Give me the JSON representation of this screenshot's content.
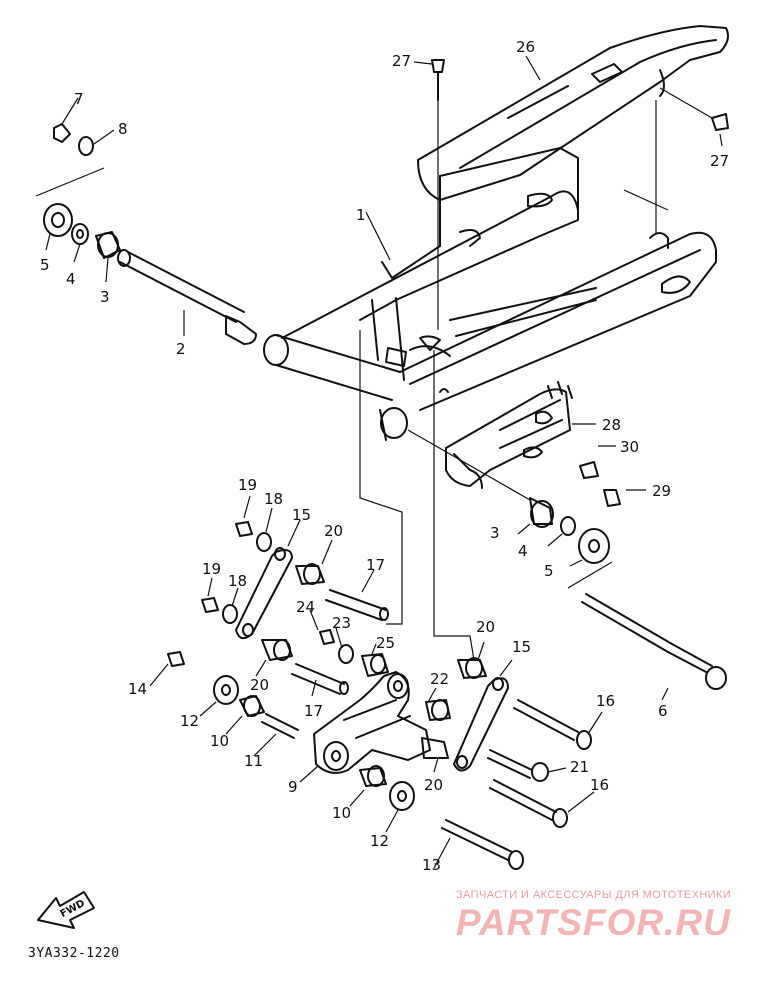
{
  "diagram": {
    "code": "3YA332-1220",
    "fwd_label": "FWD",
    "callouts": [
      {
        "id": "c27a",
        "text": "27"
      },
      {
        "id": "c26",
        "text": "26"
      },
      {
        "id": "c27b",
        "text": "27"
      },
      {
        "id": "c7",
        "text": "7"
      },
      {
        "id": "c8",
        "text": "8"
      },
      {
        "id": "c1",
        "text": "1"
      },
      {
        "id": "c5a",
        "text": "5"
      },
      {
        "id": "c4a",
        "text": "4"
      },
      {
        "id": "c3a",
        "text": "3"
      },
      {
        "id": "c2",
        "text": "2"
      },
      {
        "id": "c28",
        "text": "28"
      },
      {
        "id": "c30",
        "text": "30"
      },
      {
        "id": "c29",
        "text": "29"
      },
      {
        "id": "c19a",
        "text": "19"
      },
      {
        "id": "c18a",
        "text": "18"
      },
      {
        "id": "c15a",
        "text": "15"
      },
      {
        "id": "c20a",
        "text": "20"
      },
      {
        "id": "c3b",
        "text": "3"
      },
      {
        "id": "c4b",
        "text": "4"
      },
      {
        "id": "c5b",
        "text": "5"
      },
      {
        "id": "c19b",
        "text": "19"
      },
      {
        "id": "c18b",
        "text": "18"
      },
      {
        "id": "c17a",
        "text": "17"
      },
      {
        "id": "c24",
        "text": "24"
      },
      {
        "id": "c23",
        "text": "23"
      },
      {
        "id": "c25",
        "text": "25"
      },
      {
        "id": "c20b",
        "text": "20"
      },
      {
        "id": "c15b",
        "text": "15"
      },
      {
        "id": "c14",
        "text": "14"
      },
      {
        "id": "c20c",
        "text": "20"
      },
      {
        "id": "c17b",
        "text": "17"
      },
      {
        "id": "c22",
        "text": "22"
      },
      {
        "id": "c6",
        "text": "6"
      },
      {
        "id": "c12a",
        "text": "12"
      },
      {
        "id": "c16a",
        "text": "16"
      },
      {
        "id": "c10a",
        "text": "10"
      },
      {
        "id": "c11",
        "text": "11"
      },
      {
        "id": "c21",
        "text": "21"
      },
      {
        "id": "c9",
        "text": "9"
      },
      {
        "id": "c20d",
        "text": "20"
      },
      {
        "id": "c16b",
        "text": "16"
      },
      {
        "id": "c10b",
        "text": "10"
      },
      {
        "id": "c12b",
        "text": "12"
      },
      {
        "id": "c13",
        "text": "13"
      }
    ]
  },
  "watermark": {
    "subtitle": "ЗАПЧАСТИ И АКСЕССУАРЫ ДЛЯ МОТОТЕХНИКИ",
    "logo": "PARTSFOR.RU"
  }
}
